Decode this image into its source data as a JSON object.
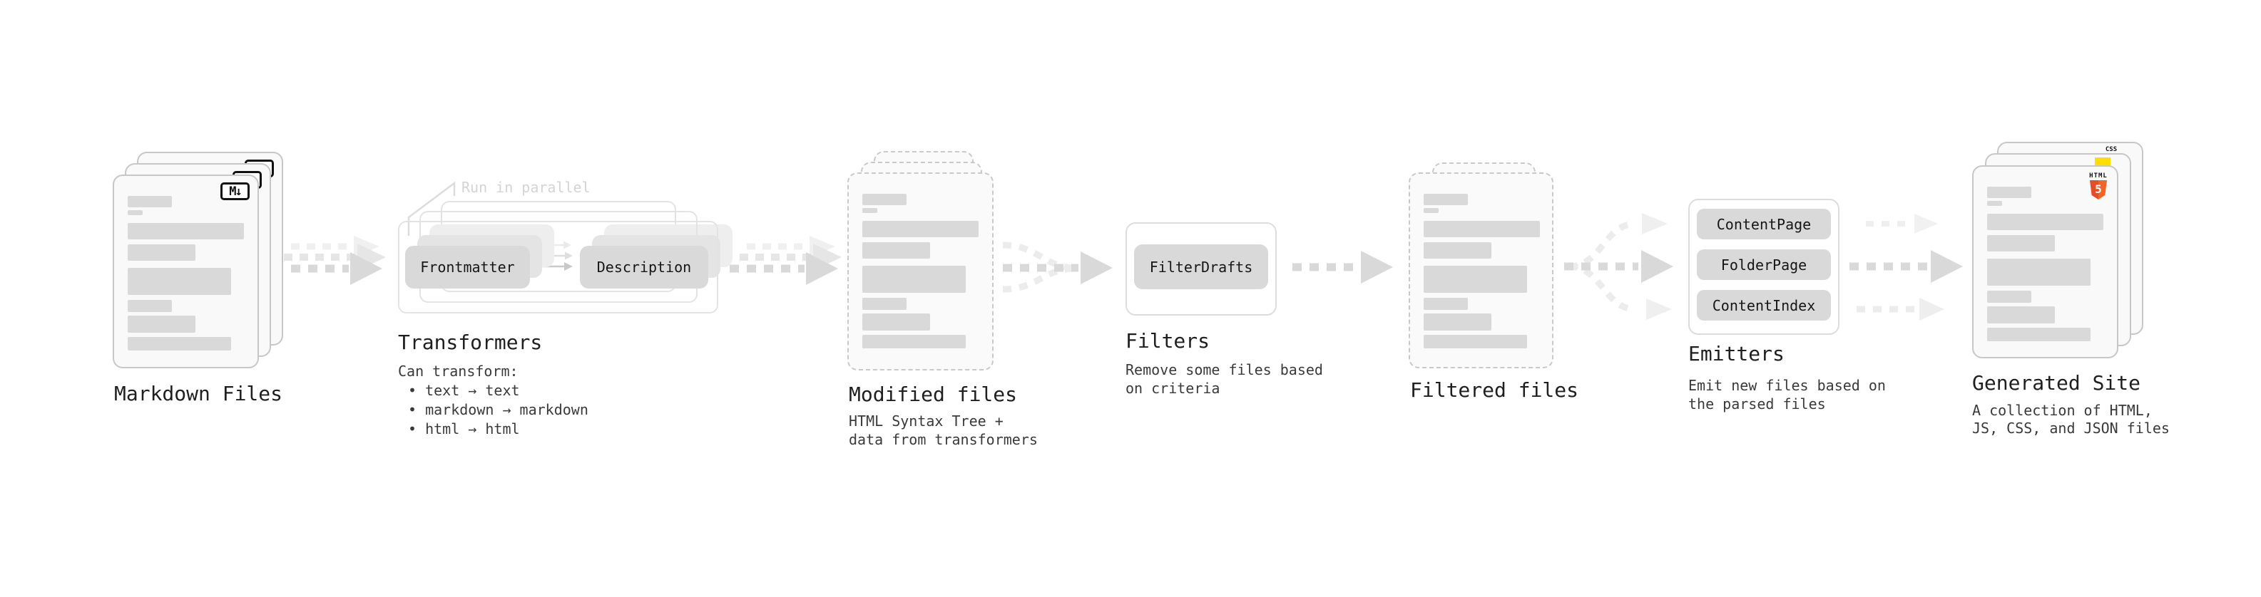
{
  "stages": {
    "markdown_files": {
      "title": "Markdown Files"
    },
    "transformers": {
      "title": "Transformers",
      "annotation": "Run in parallel",
      "pill_frontmatter": "Frontmatter",
      "pill_description": "Description",
      "desc_heading": "Can transform:",
      "bullets": [
        "• text → text",
        "• markdown → markdown",
        "• html → html"
      ]
    },
    "modified_files": {
      "title": "Modified files",
      "desc": "HTML Syntax Tree +\ndata from transformers"
    },
    "filters": {
      "title": "Filters",
      "pill": "FilterDrafts",
      "desc": "Remove some files based\non criteria"
    },
    "filtered_files": {
      "title": "Filtered files"
    },
    "emitters": {
      "title": "Emitters",
      "pills": [
        "ContentPage",
        "FolderPage",
        "ContentIndex"
      ],
      "desc": "Emit new files based on\nthe parsed files"
    },
    "generated_site": {
      "title": "Generated Site",
      "desc": "A collection of HTML,\nJS, CSS, and JSON files"
    }
  },
  "icons": {
    "markdown": "M↓",
    "html5_label": "HTML",
    "html5_digit": "5",
    "css_label": "CSS"
  },
  "colors": {
    "html5_orange": "#e44d26",
    "css_blue": "#2b5df5",
    "js_yellow": "#ffde00"
  }
}
